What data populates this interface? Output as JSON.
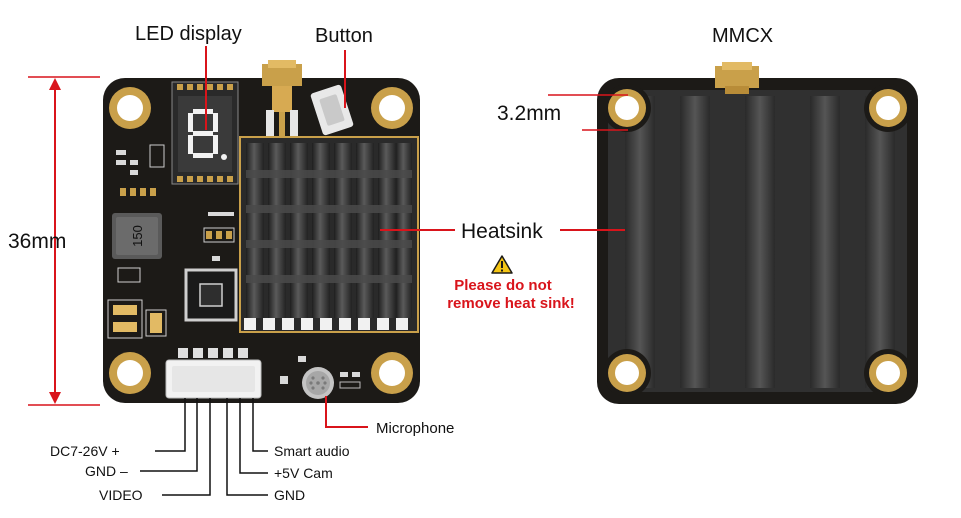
{
  "labels": {
    "led_display": "LED display",
    "button": "Button",
    "mmcx": "MMCX",
    "dimension_36": "36mm",
    "dimension_3_2": "3.2mm",
    "heatsink": "Heatsink",
    "warning_line1": "Please do not",
    "warning_line2": "remove heat sink!",
    "microphone": "Microphone",
    "inductor_code": "150",
    "pins": {
      "dc": "DC7-26V +",
      "gnd_minus": "GND –",
      "video": "VIDEO",
      "smart_audio": "Smart audio",
      "cam_5v": "+5V  Cam",
      "gnd": "GND"
    }
  },
  "colors": {
    "board": "#1c1a17",
    "gold": "#c9a04a",
    "gold_light": "#e8c887",
    "arrow": "#d9141b",
    "warning_text": "#d9141b",
    "heatsink_fin": "#3a3a3a",
    "back_body": "#2b2b2b",
    "connector": "#e6e6e6"
  },
  "icons": [
    "warning-triangle-icon"
  ]
}
